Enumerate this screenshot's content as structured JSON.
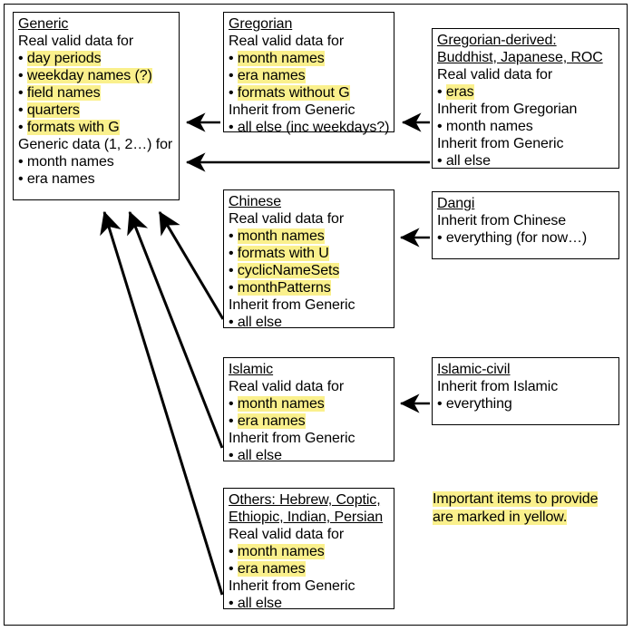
{
  "diagram": {
    "title_note": "Calendar data inheritance diagram",
    "highlight_color": "#FAF08C",
    "line_color": "#000000",
    "background_color": "#FFFFFF"
  },
  "nodes": [
    {
      "id": "generic",
      "name": "generic-box",
      "lines": [
        {
          "text": "Generic",
          "style": "title"
        },
        {
          "text": "Real valid data for",
          "style": "plain"
        },
        {
          "text": "day periods",
          "style": "bullet-hl"
        },
        {
          "text": "weekday names (?)",
          "style": "bullet-hl"
        },
        {
          "text": "field names",
          "style": "bullet-hl"
        },
        {
          "text": "quarters",
          "style": "bullet-hl"
        },
        {
          "text": "formats with G",
          "style": "bullet-hl"
        },
        {
          "text": "Generic data (1, 2…) for",
          "style": "plain"
        },
        {
          "text": "month names",
          "style": "bullet"
        },
        {
          "text": "era names",
          "style": "bullet"
        }
      ]
    },
    {
      "id": "gregorian",
      "name": "gregorian-box",
      "lines": [
        {
          "text": "Gregorian",
          "style": "title"
        },
        {
          "text": "Real valid data for",
          "style": "plain"
        },
        {
          "text": "month names",
          "style": "bullet-hl"
        },
        {
          "text": "era names",
          "style": "bullet-hl"
        },
        {
          "text": "formats without G",
          "style": "bullet-hl"
        },
        {
          "text": "Inherit from Generic",
          "style": "plain"
        },
        {
          "text": "all else (inc weekdays?)",
          "style": "bullet"
        }
      ]
    },
    {
      "id": "gregorian-derived",
      "name": "gregorian-derived-box",
      "lines": [
        {
          "text": "Gregorian-derived:",
          "style": "title"
        },
        {
          "text": "Buddhist, Japanese, ROC",
          "style": "title"
        },
        {
          "text": "Real valid data for",
          "style": "plain"
        },
        {
          "text": "eras",
          "style": "bullet-hl"
        },
        {
          "text": "Inherit from Gregorian",
          "style": "plain"
        },
        {
          "text": "month names",
          "style": "bullet"
        },
        {
          "text": "Inherit from Generic",
          "style": "plain"
        },
        {
          "text": "all else",
          "style": "bullet"
        }
      ]
    },
    {
      "id": "chinese",
      "name": "chinese-box",
      "lines": [
        {
          "text": "Chinese",
          "style": "title"
        },
        {
          "text": "Real valid data for",
          "style": "plain"
        },
        {
          "text": "month names",
          "style": "bullet-hl"
        },
        {
          "text": "formats with U",
          "style": "bullet-hl"
        },
        {
          "text": "cyclicNameSets",
          "style": "bullet-hl"
        },
        {
          "text": "monthPatterns",
          "style": "bullet-hl"
        },
        {
          "text": "Inherit from Generic",
          "style": "plain"
        },
        {
          "text": "all else",
          "style": "bullet"
        }
      ]
    },
    {
      "id": "dangi",
      "name": "dangi-box",
      "lines": [
        {
          "text": "Dangi",
          "style": "title"
        },
        {
          "text": "Inherit from Chinese",
          "style": "plain"
        },
        {
          "text": "everything (for now…)",
          "style": "bullet"
        }
      ]
    },
    {
      "id": "islamic",
      "name": "islamic-box",
      "lines": [
        {
          "text": "Islamic",
          "style": "title"
        },
        {
          "text": "Real valid data for",
          "style": "plain"
        },
        {
          "text": "month names",
          "style": "bullet-hl"
        },
        {
          "text": "era names",
          "style": "bullet-hl"
        },
        {
          "text": "Inherit from Generic",
          "style": "plain"
        },
        {
          "text": "all else",
          "style": "bullet"
        }
      ]
    },
    {
      "id": "islamic-civil",
      "name": "islamic-civil-box",
      "lines": [
        {
          "text": "Islamic-civil",
          "style": "title"
        },
        {
          "text": "Inherit from Islamic",
          "style": "plain"
        },
        {
          "text": "everything",
          "style": "bullet"
        }
      ]
    },
    {
      "id": "others",
      "name": "others-box",
      "lines": [
        {
          "text": "Others: Hebrew, Coptic,",
          "style": "title"
        },
        {
          "text": "Ethiopic, Indian, Persian",
          "style": "title"
        },
        {
          "text": "Real valid data for",
          "style": "plain"
        },
        {
          "text": "month names",
          "style": "bullet-hl"
        },
        {
          "text": "era names",
          "style": "bullet-hl"
        },
        {
          "text": "Inherit from Generic",
          "style": "plain"
        },
        {
          "text": "all else",
          "style": "bullet"
        }
      ]
    }
  ],
  "legend": {
    "name": "yellow-legend",
    "lines": [
      {
        "text": "Important items to provide"
      },
      {
        "text": "are marked in yellow."
      }
    ]
  },
  "arrows": [
    {
      "id": "gregorian-to-generic",
      "from": "gregorian",
      "to": "generic"
    },
    {
      "id": "gregorian-derived-to-gregorian",
      "from": "gregorian-derived",
      "to": "gregorian"
    },
    {
      "id": "gregorian-derived-to-generic",
      "from": "gregorian-derived",
      "to": "generic"
    },
    {
      "id": "chinese-to-generic",
      "from": "chinese",
      "to": "generic"
    },
    {
      "id": "dangi-to-chinese",
      "from": "dangi",
      "to": "chinese"
    },
    {
      "id": "islamic-to-generic",
      "from": "islamic",
      "to": "generic"
    },
    {
      "id": "islamic-civil-to-islamic",
      "from": "islamic-civil",
      "to": "islamic"
    },
    {
      "id": "others-to-generic",
      "from": "others",
      "to": "generic"
    }
  ]
}
